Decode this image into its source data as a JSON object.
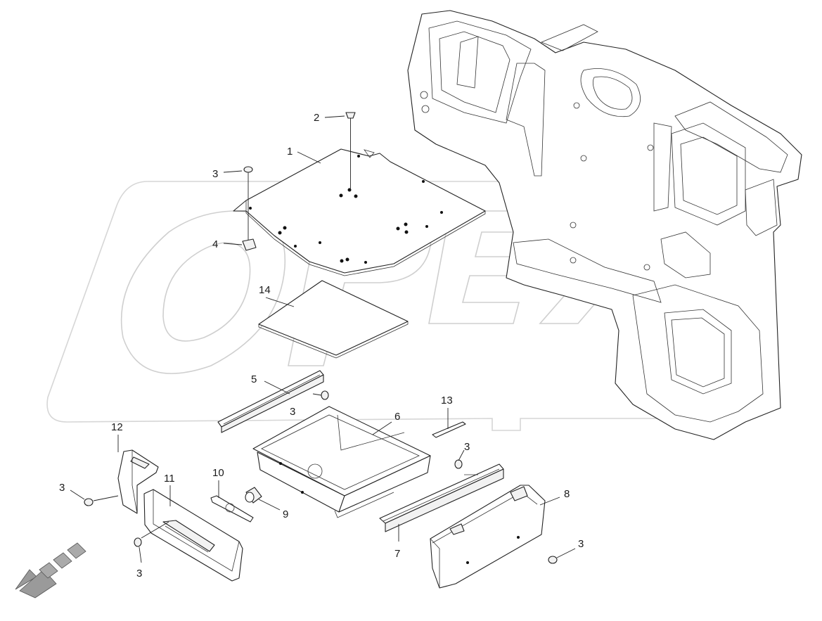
{
  "callouts": {
    "c1": "1",
    "c2": "2",
    "c3a": "3",
    "c4": "4",
    "c14": "14",
    "c5": "5",
    "c3b": "3",
    "c6": "6",
    "c13": "13",
    "c3c": "3",
    "c12": "12",
    "c3d": "3",
    "c11": "11",
    "c10": "10",
    "c9": "9",
    "c7": "7",
    "c8": "8",
    "c3e": "3",
    "c3f": "3"
  },
  "watermark": {
    "text": "OPEX",
    "color": "#cfcfcf"
  },
  "colors": {
    "line": "#222222",
    "arrow": "#9a9a9a"
  }
}
